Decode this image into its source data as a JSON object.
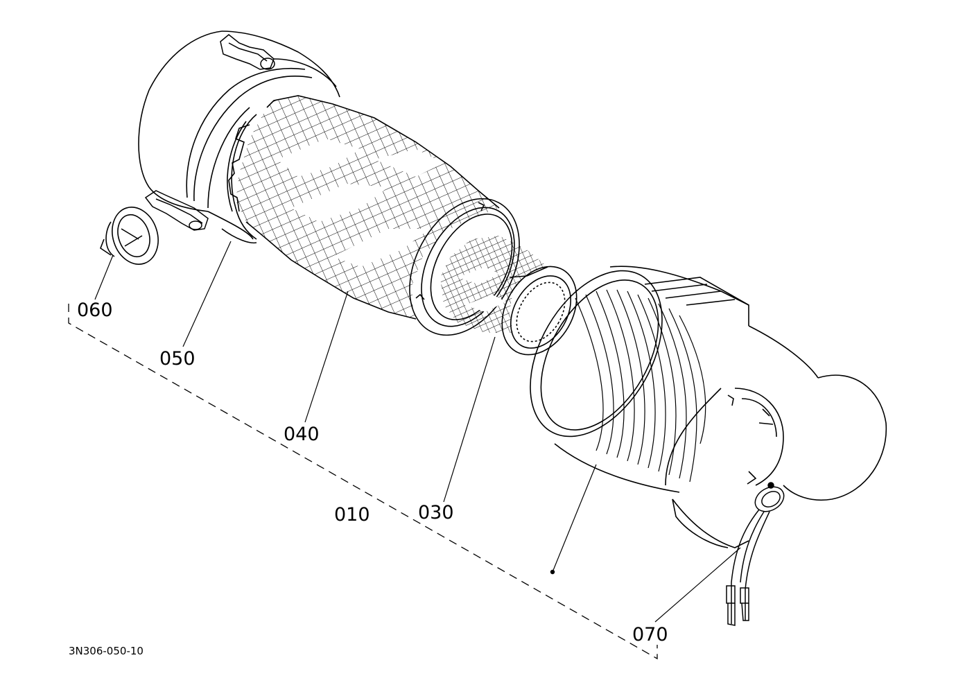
{
  "callouts": [
    {
      "id": "060",
      "label": "060"
    },
    {
      "id": "050",
      "label": "050"
    },
    {
      "id": "040",
      "label": "040"
    },
    {
      "id": "010",
      "label": "010"
    },
    {
      "id": "030",
      "label": "030"
    },
    {
      "id": "070",
      "label": "070"
    }
  ],
  "drawing_code": "3N306-050-10",
  "colors": {
    "line": "#000000",
    "background": "#ffffff"
  }
}
